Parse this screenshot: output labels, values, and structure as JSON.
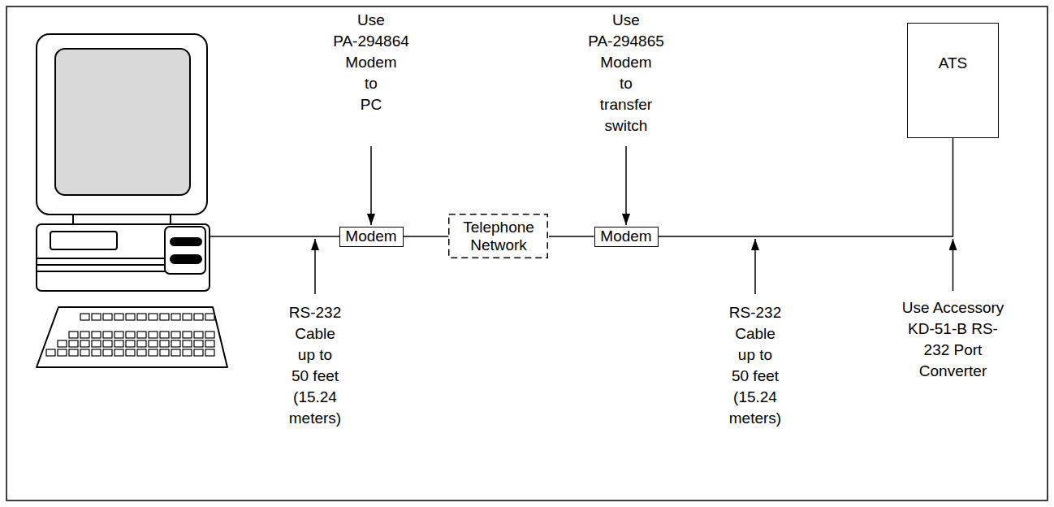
{
  "diagram": {
    "nodes": [
      {
        "text": [
          "Modem"
        ]
      },
      {
        "text": [
          "Telephone Network"
        ]
      },
      {
        "text": [
          "Modem"
        ]
      },
      {
        "text": [
          "ATS"
        ]
      }
    ],
    "edges": [
      {
        "from": 0,
        "to": 1,
        "arrow": "none"
      },
      {
        "from": 1,
        "to": 2,
        "arrow": "none"
      },
      {
        "from": 2,
        "to": 3,
        "arrow": "none"
      }
    ],
    "labels": [
      "Use PA-294864 Modem to PC",
      "Use PA-294865 Modem to transfer switch",
      "RS-232 Cable up to 50 feet (15.24 meters)",
      "RS-232 Cable up to 50 feet (15.24 meters)",
      "Use Accessory KD-51-B RS-232 Port Converter"
    ]
  }
}
